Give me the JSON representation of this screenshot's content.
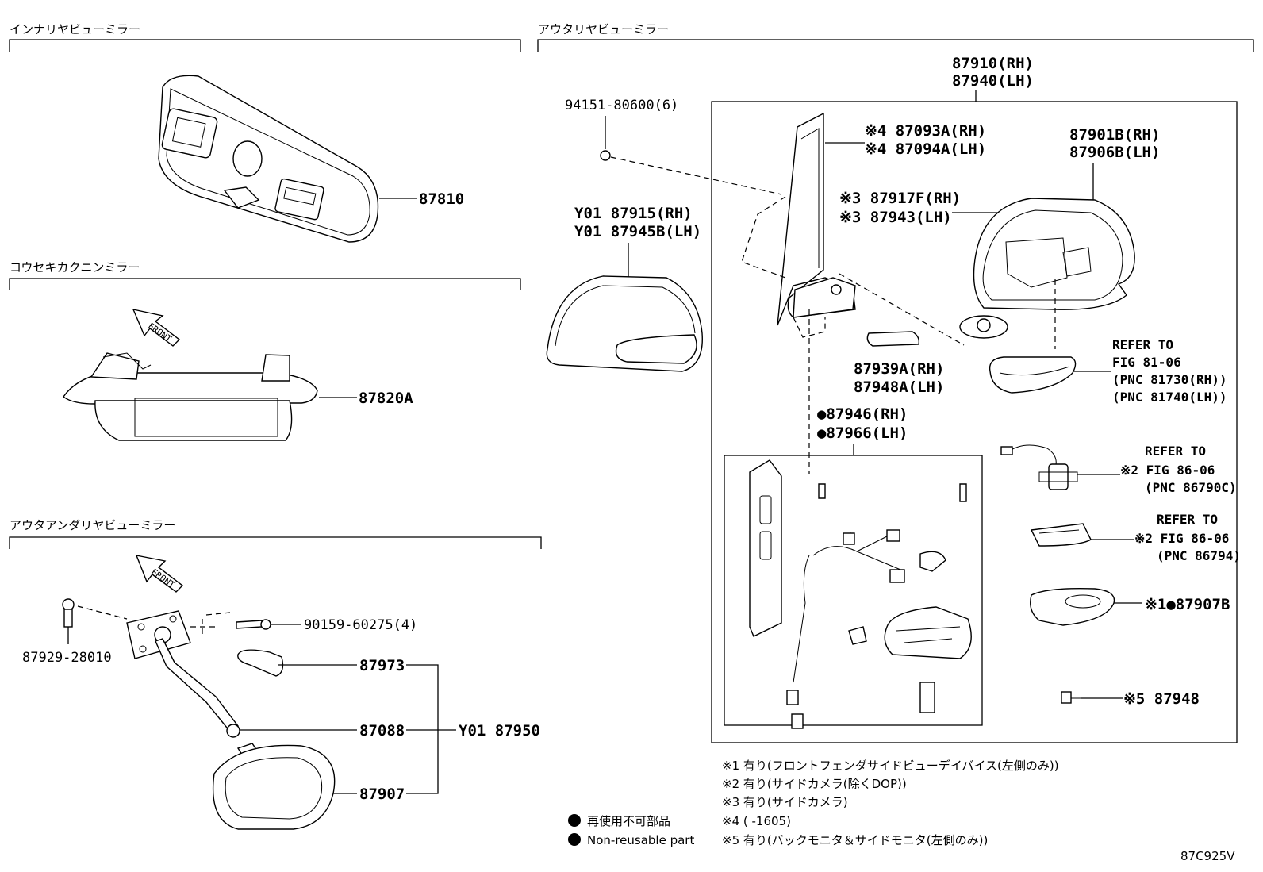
{
  "sections": {
    "inner": "インナリヤビューミラー",
    "cowl": "コウセキカクニンミラー",
    "outer_under": "アウタアンダリヤビューミラー",
    "outer": "アウタリヤビューミラー"
  },
  "front_label": "FRONT",
  "parts": {
    "p87810": "87810",
    "p87820A": "87820A",
    "p90159": "90159-60275(4)",
    "p87929": "87929-28010",
    "p87973": "87973",
    "p87088": "87088",
    "p87907": "87907",
    "y01_87950": "Y01 87950",
    "p94151": "94151-80600(6)",
    "y01_87915": "Y01 87915(RH)",
    "y01_87945b": "Y01 87945B(LH)",
    "p87910": "87910(RH)",
    "p87940": "87940(LH)",
    "p87093a": "※4 87093A(RH)",
    "p87094a": "※4 87094A(LH)",
    "p87917f": "※3 87917F(RH)",
    "p87943": "※3 87943(LH)",
    "p87901b": "87901B(RH)",
    "p87906b": "87906B(LH)",
    "p87939a": "87939A(RH)",
    "p87948a": "87948A(LH)",
    "p87946": "●87946(RH)",
    "p87966": "●87966(LH)",
    "p87907b": "※1●87907B",
    "p87948": "※5 87948"
  },
  "refs": {
    "r1": [
      "REFER TO",
      "FIG 81-06",
      "(PNC 81730(RH))",
      "(PNC 81740(LH))"
    ],
    "r2": [
      "REFER TO",
      "※2 FIG 86-06",
      "(PNC 86790C)"
    ],
    "r3": [
      "REFER TO",
      "※2 FIG 86-06",
      "(PNC 86794)"
    ]
  },
  "legend": {
    "jp": "再使用不可部品",
    "en": "Non-reusable part"
  },
  "notes": [
    "※1 有り(フロントフェンダサイドビューデイバイス(左側のみ))",
    "※2 有り(サイドカメラ(除くDOP))",
    "※3 有り(サイドカメラ)",
    "※4 (      -1605)",
    "※5 有り(バックモニタ＆サイドモニタ(左側のみ))"
  ],
  "diagram_id": "87C925V"
}
